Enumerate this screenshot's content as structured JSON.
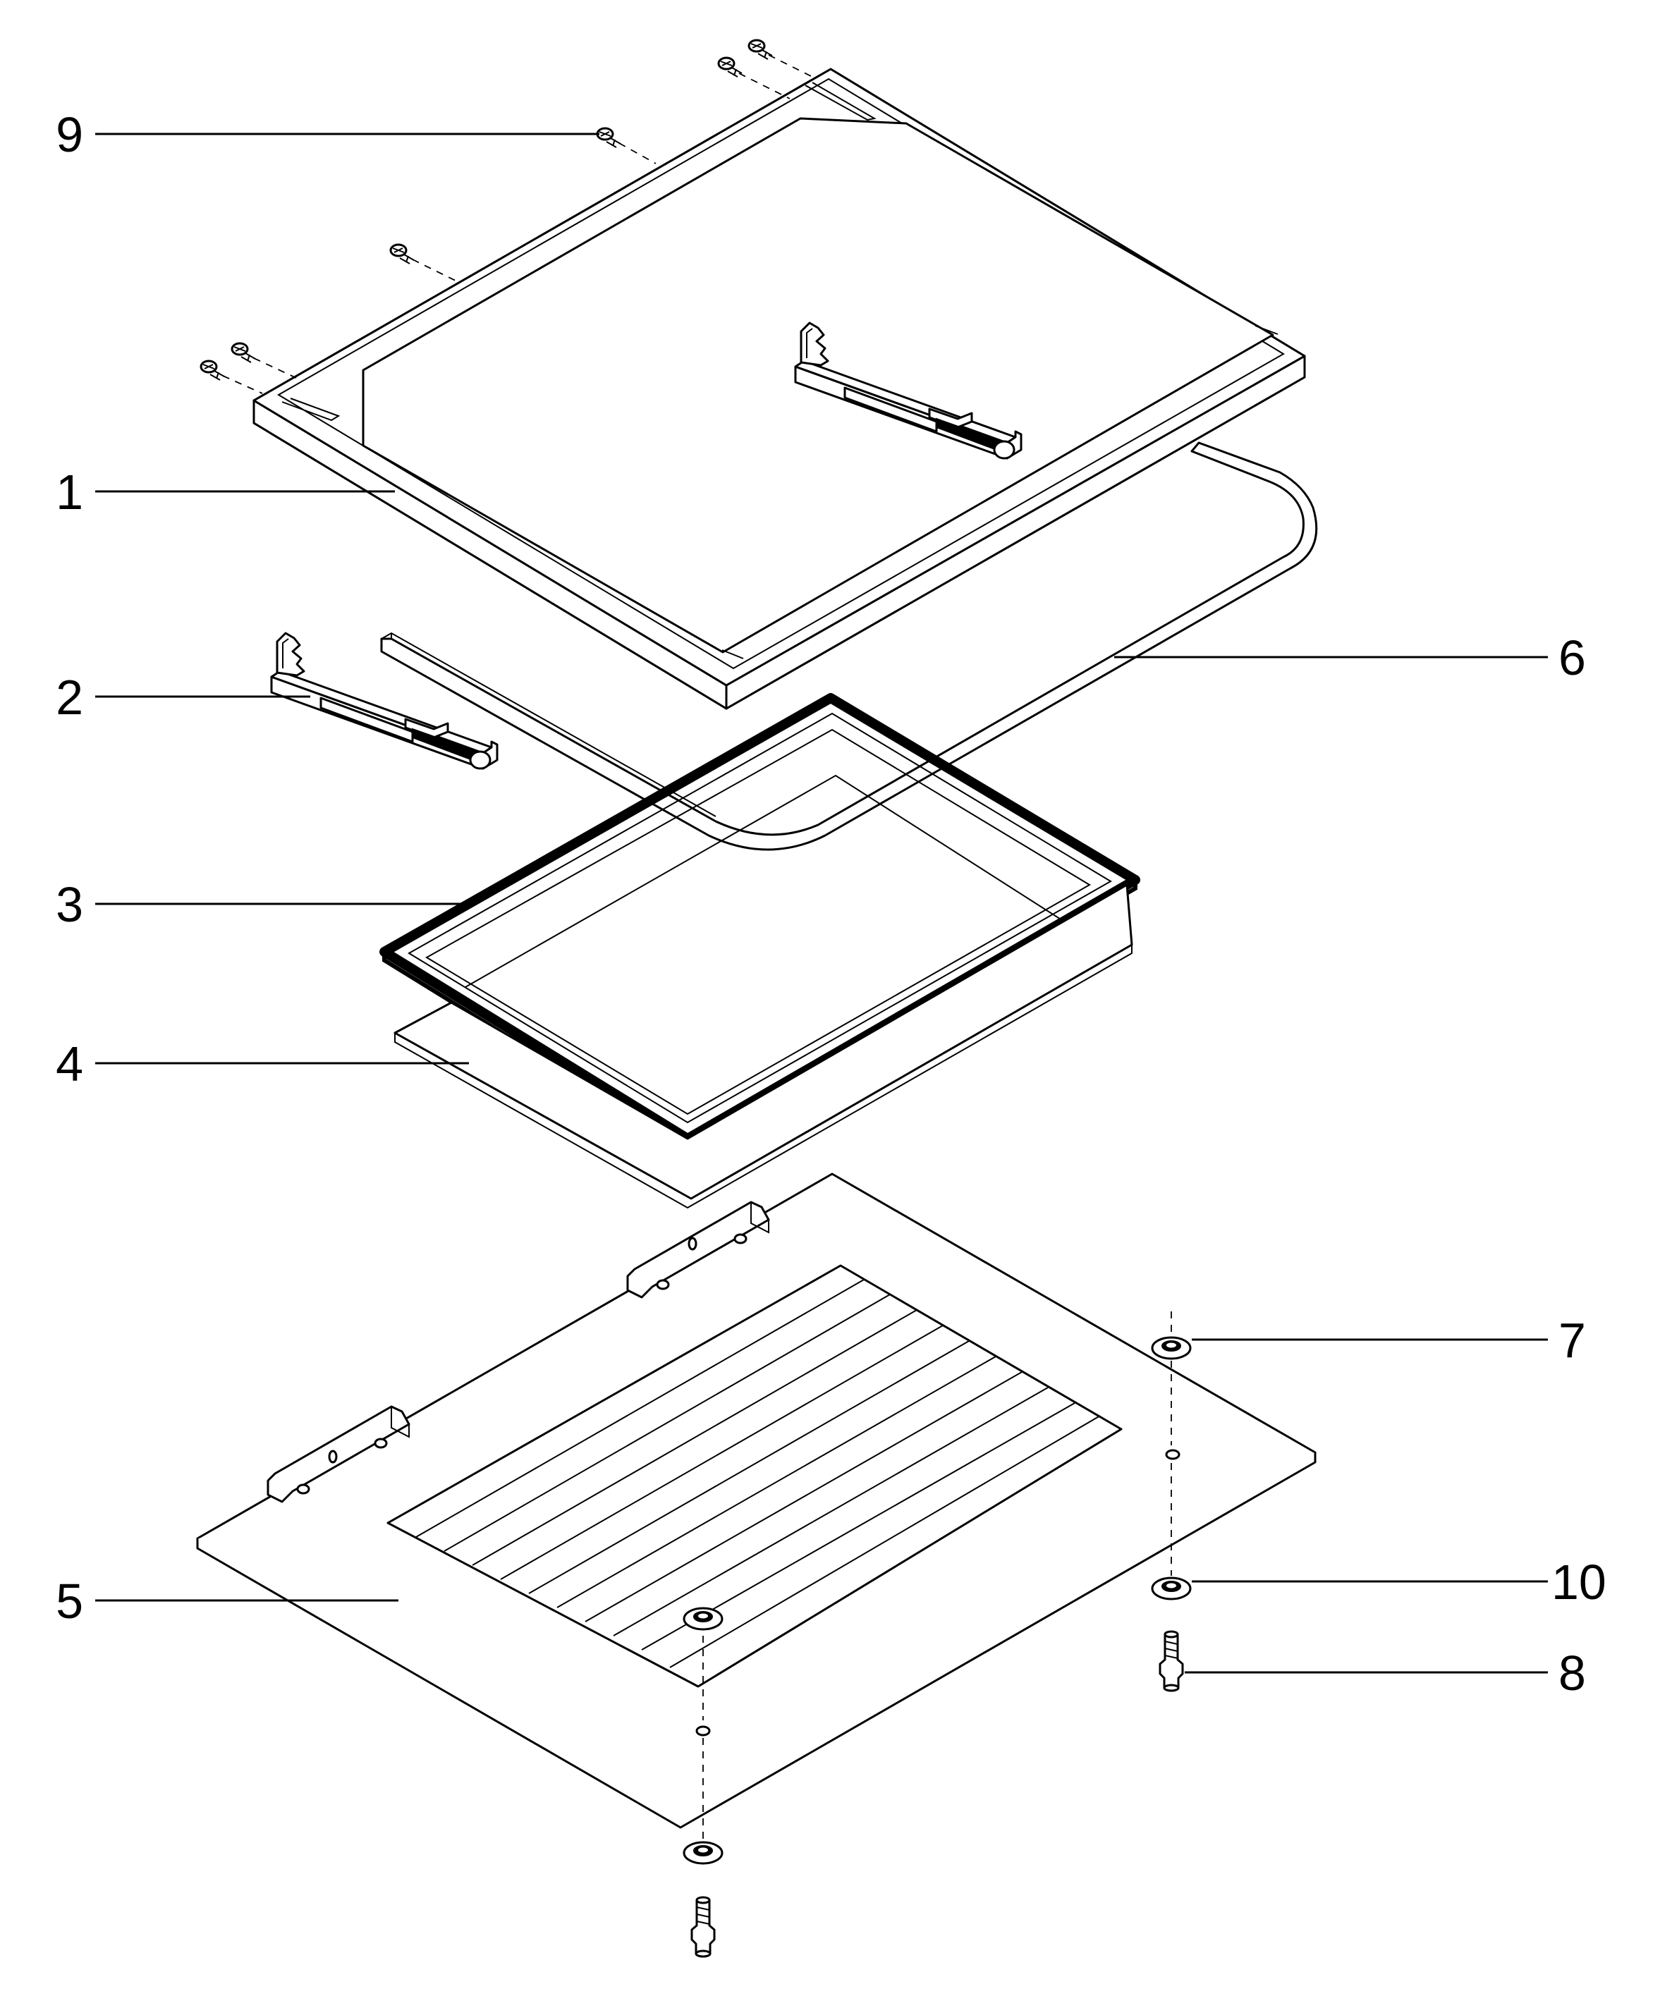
{
  "diagram": {
    "callouts": [
      {
        "id": "9",
        "label": "9",
        "side": "left"
      },
      {
        "id": "1",
        "label": "1",
        "side": "left"
      },
      {
        "id": "2",
        "label": "2",
        "side": "left"
      },
      {
        "id": "3",
        "label": "3",
        "side": "left"
      },
      {
        "id": "4",
        "label": "4",
        "side": "left"
      },
      {
        "id": "5",
        "label": "5",
        "side": "left"
      },
      {
        "id": "6",
        "label": "6",
        "side": "right"
      },
      {
        "id": "7",
        "label": "7",
        "side": "right"
      },
      {
        "id": "10",
        "label": "10",
        "side": "right"
      },
      {
        "id": "8",
        "label": "8",
        "side": "right"
      }
    ]
  }
}
